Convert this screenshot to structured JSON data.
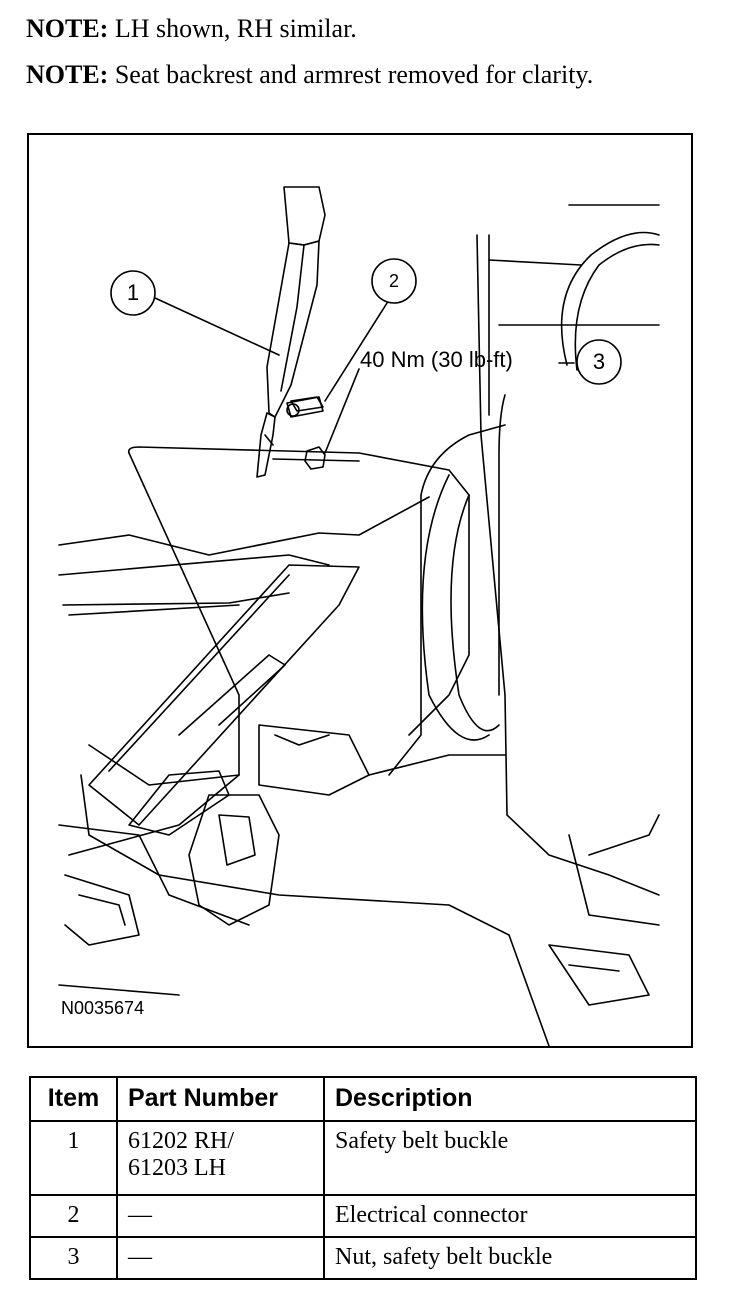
{
  "notes": [
    {
      "label": "NOTE:",
      "text": "LH shown, RH similar."
    },
    {
      "label": "NOTE:",
      "text": "Seat backrest and armrest removed for clarity."
    }
  ],
  "figure": {
    "callouts": [
      "1",
      "2",
      "3"
    ],
    "torque": "40 Nm (30 lb-ft)",
    "figure_id": "N0035674"
  },
  "table": {
    "headers": [
      "Item",
      "Part Number",
      "Description"
    ],
    "rows": [
      {
        "item": "1",
        "part_line1": "61202 RH/",
        "part_line2": "61203 LH",
        "description": "Safety belt buckle"
      },
      {
        "item": "2",
        "part_line1": "—",
        "part_line2": "",
        "description": "Electrical connector"
      },
      {
        "item": "3",
        "part_line1": "—",
        "part_line2": "",
        "description": "Nut, safety belt buckle"
      }
    ]
  }
}
